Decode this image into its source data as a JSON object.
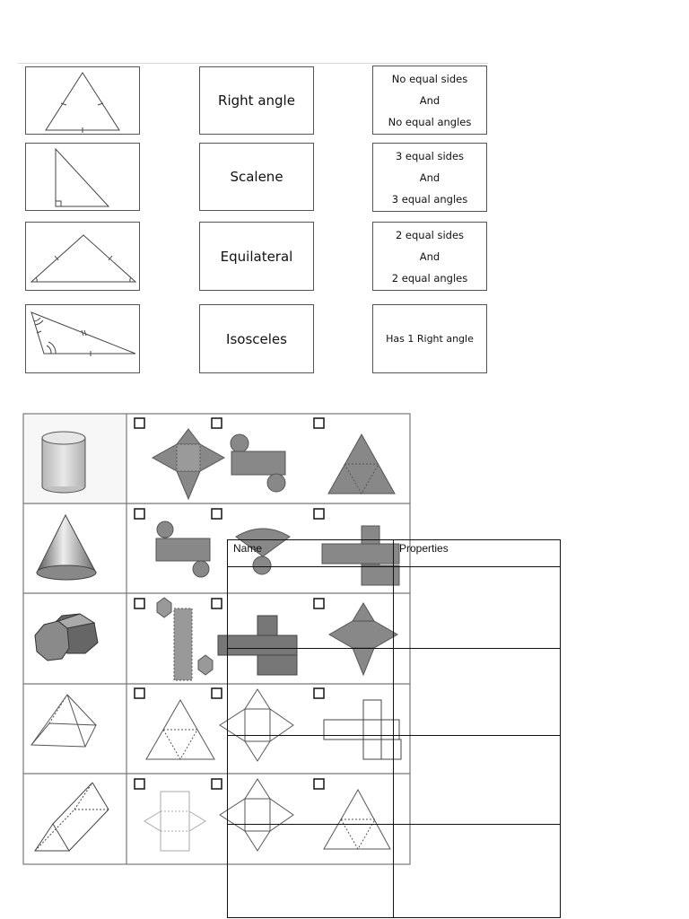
{
  "triangles": {
    "labels": [
      "Right angle",
      "Scalene",
      "Equilateral",
      "Isosceles"
    ],
    "descriptions": [
      [
        "No equal sides",
        "And",
        "No equal angles"
      ],
      [
        "3 equal sides",
        "And",
        "3 equal angles"
      ],
      [
        "2 equal sides",
        "And",
        "2 equal angles"
      ],
      [
        "Has 1 Right angle"
      ]
    ]
  },
  "overlay_table": {
    "headers": {
      "name": "Name",
      "properties": "Properties"
    }
  },
  "solids": [
    "cylinder-icon",
    "cone-icon",
    "octagonal-prism-icon",
    "square-pyramid-icon",
    "triangular-prism-icon"
  ]
}
